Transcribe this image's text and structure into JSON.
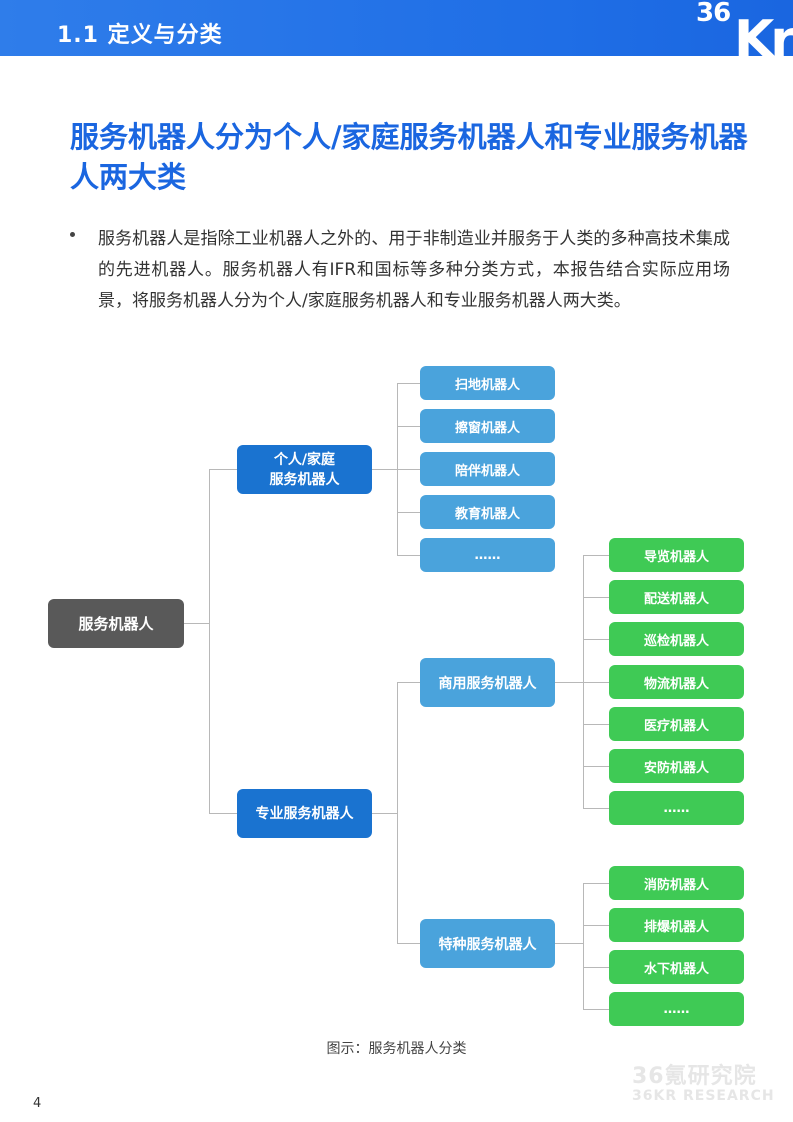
{
  "header": {
    "section_label": "1.1 定义与分类",
    "brand_number": "36",
    "brand_letters": "Kr"
  },
  "title": "服务机器人分为个人/家庭服务机器人和专业服务机器人两大类",
  "bullet_text": "服务机器人是指除工业机器人之外的、用于非制造业并服务于人类的多种高技术集成的先进机器人。服务机器人有IFR和国标等多种分类方式，本报告结合实际应用场景，将服务机器人分为个人/家庭服务机器人和专业服务机器人两大类。",
  "diagram": {
    "root": "服务机器人",
    "personal": {
      "label_line1": "个人/家庭",
      "label_line2": "服务机器人",
      "items": [
        "扫地机器人",
        "擦窗机器人",
        "陪伴机器人",
        "教育机器人",
        "……"
      ]
    },
    "professional": {
      "label": "专业服务机器人",
      "commercial": {
        "label": "商用服务机器人",
        "items": [
          "导览机器人",
          "配送机器人",
          "巡检机器人",
          "物流机器人",
          "医疗机器人",
          "安防机器人",
          "……"
        ]
      },
      "special": {
        "label": "特种服务机器人",
        "items": [
          "消防机器人",
          "排爆机器人",
          "水下机器人",
          "……"
        ]
      }
    },
    "colors": {
      "root": "#595959",
      "level1": "#1a73d0",
      "level2": "#4aa3dc",
      "leaf_personal": "#4aa3dc",
      "leaf_professional": "#3fca55",
      "connector": "#b8b8b8"
    }
  },
  "caption": "图示：服务机器人分类",
  "watermark": {
    "cn": "36氪研究院",
    "en": "36KR RESEARCH"
  },
  "page_number": "4"
}
